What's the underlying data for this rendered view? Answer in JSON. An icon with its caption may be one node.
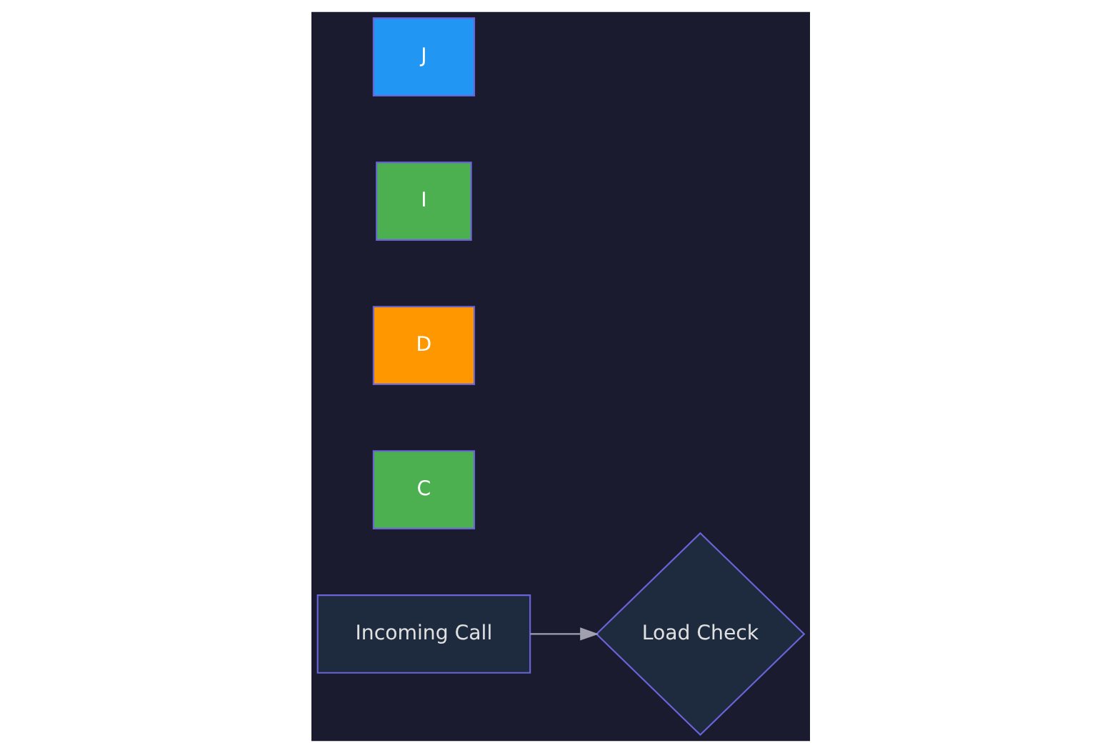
{
  "diagram": {
    "nodes": [
      {
        "text": [
          "Incoming Call"
        ]
      },
      {
        "text": [
          "Load Check"
        ]
      },
      {
        "text": [
          "C"
        ]
      },
      {
        "text": [
          "D"
        ]
      },
      {
        "text": [
          "I"
        ]
      },
      {
        "text": [
          "J"
        ]
      }
    ],
    "edges": [
      {
        "from": 0,
        "to": 1,
        "arrow": "to"
      }
    ]
  }
}
